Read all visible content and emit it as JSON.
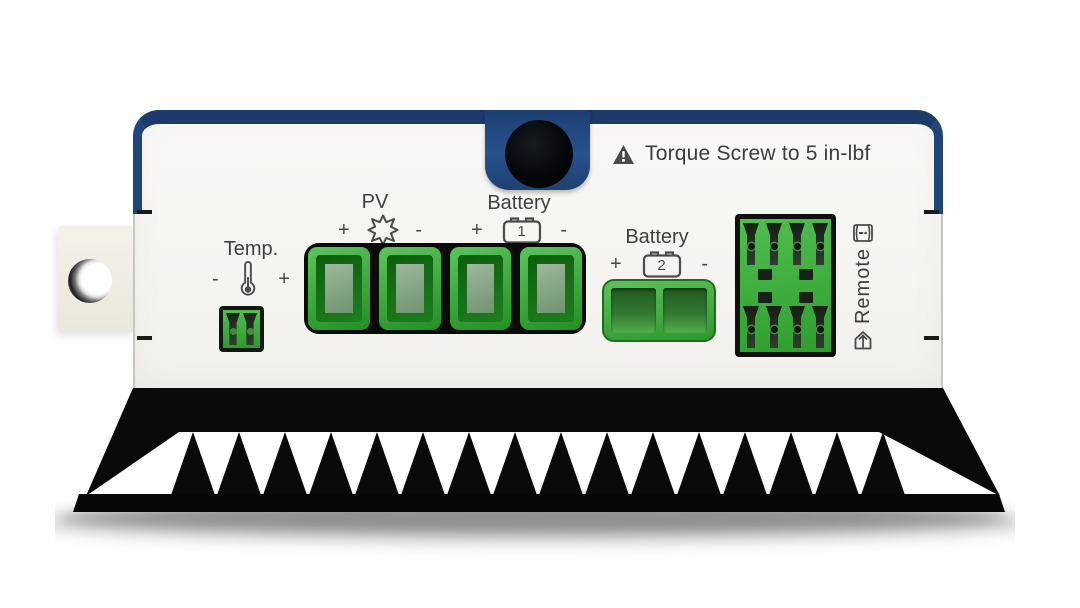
{
  "product": {
    "warning_label": "Torque Screw to 5 in-lbf",
    "ports": {
      "temp": {
        "label": "Temp.",
        "polarity_left": "-",
        "polarity_right": "+"
      },
      "pv": {
        "label": "PV",
        "polarity_left": "+",
        "polarity_right": "-"
      },
      "battery1": {
        "label": "Battery",
        "cell_number": "1",
        "polarity_left": "+",
        "polarity_right": "-"
      },
      "battery2": {
        "label": "Battery",
        "cell_number": "2",
        "polarity_left": "+",
        "polarity_right": "-"
      },
      "remote": {
        "label": "Remote"
      }
    },
    "colors": {
      "enclosure_navy": "#1d4173",
      "connector_green": "#3cb13c",
      "faceplate": "#f6f5f2",
      "heatsink_black": "#0b0b0d",
      "label_text": "#3f3f3f"
    }
  }
}
